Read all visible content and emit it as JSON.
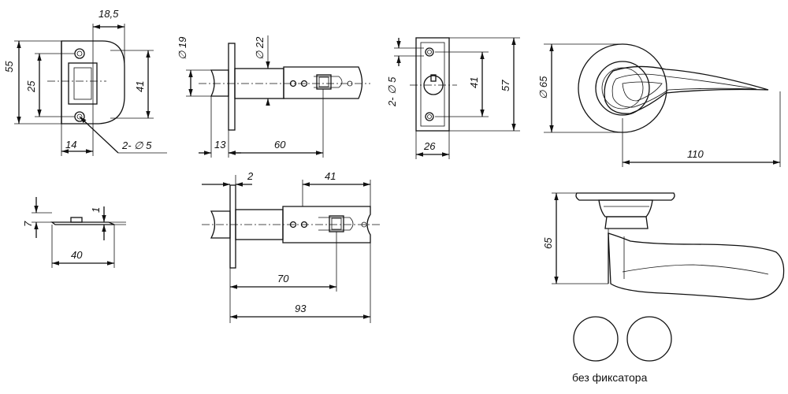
{
  "dimensions": {
    "strike_plate": {
      "width_top": "18,5",
      "height_total": "55",
      "hole_spacing": "25",
      "inner_height": "41",
      "depth": "14",
      "holes": "2- ∅ 5"
    },
    "latch_short": {
      "dia_small": "∅ 19",
      "dia_large": "∅ 22",
      "flange": "13",
      "length": "60"
    },
    "front_plate": {
      "holes": "2- ∅ 5",
      "hole_spacing": "41",
      "height": "57",
      "width": "26"
    },
    "lever": {
      "rose_dia": "∅ 65",
      "length": "110",
      "height": "65"
    },
    "strike_side": {
      "offset": "7",
      "thickness": "1",
      "length": "40"
    },
    "latch_long": {
      "flange": "2",
      "slot": "41",
      "backset": "70",
      "length": "93"
    }
  },
  "caption": "без фиксатора"
}
